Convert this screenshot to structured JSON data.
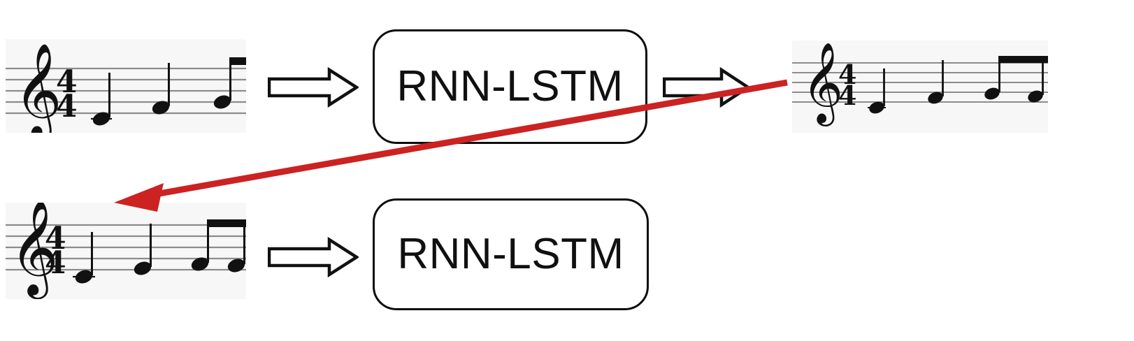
{
  "diagram": {
    "title": "RNN-LSTM music sequence feedback loop",
    "background_color": "#ffffff",
    "accent_color": "#cc2222",
    "line_color": "#0d0d0d",
    "staff_background": "#f7f7f7"
  },
  "nodes": {
    "input_staff_top": {
      "name": "input-score-top",
      "clef": "treble",
      "time_signature": "4/4",
      "notes": [
        "quarter note (ledger line below staff)",
        "quarter note",
        "eighth note with beam"
      ]
    },
    "model_top": {
      "label": "RNN-LSTM"
    },
    "output_staff_right": {
      "name": "output-score-right",
      "clef": "treble",
      "time_signature": "4/4",
      "notes": [
        "quarter note (ledger line below staff)",
        "quarter note",
        "eighth note",
        "eighth note beamed"
      ]
    },
    "input_staff_bottom": {
      "name": "input-score-bottom",
      "clef": "treble",
      "time_signature": "4/4",
      "notes": [
        "quarter note (ledger line below staff)",
        "quarter note",
        "eighth note beamed",
        "eighth note beamed"
      ]
    },
    "model_bottom": {
      "label": "RNN-LSTM"
    }
  },
  "connectors": {
    "arrow_top_in": {
      "name": "block-arrow-top-input",
      "direction": "right",
      "style": "outlined"
    },
    "arrow_top_out": {
      "name": "block-arrow-top-output",
      "direction": "right",
      "style": "outlined"
    },
    "arrow_bottom_in": {
      "name": "block-arrow-bottom-input",
      "direction": "right",
      "style": "outlined"
    },
    "feedback_arrow": {
      "name": "feedback-arrow",
      "color": "#cc2222",
      "direction": "from output score down-left to bottom input score"
    }
  }
}
